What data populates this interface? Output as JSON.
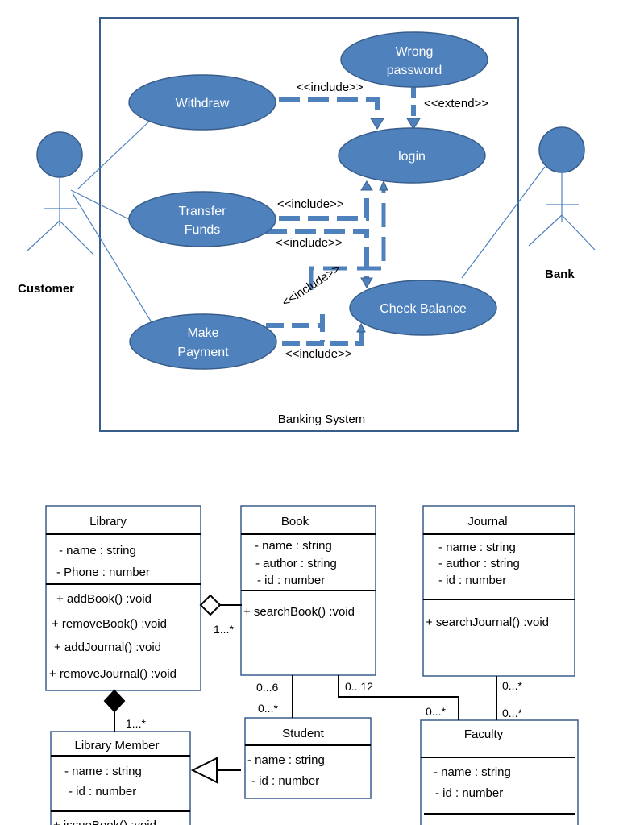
{
  "use_case_diagram": {
    "system_label": "Banking  System",
    "actors": [
      {
        "id": "customer",
        "label": "Customer"
      },
      {
        "id": "bank",
        "label": "Bank"
      }
    ],
    "use_cases": [
      {
        "id": "wrong_password",
        "line1": "Wrong",
        "line2": "password"
      },
      {
        "id": "withdraw",
        "line1": "Withdraw",
        "line2": ""
      },
      {
        "id": "login",
        "line1": "login",
        "line2": ""
      },
      {
        "id": "transfer_funds",
        "line1": "Transfer",
        "line2": "Funds"
      },
      {
        "id": "check_balance",
        "line1": "Check Balance",
        "line2": ""
      },
      {
        "id": "make_payment",
        "line1": "Make",
        "line2": "Payment"
      }
    ],
    "relations": [
      {
        "from": "withdraw",
        "to": "login",
        "label": "<<include>>"
      },
      {
        "from": "wrong_password",
        "to": "login",
        "label": "<<extend>>"
      },
      {
        "from": "transfer_funds",
        "to": "login",
        "label": "<<include>>"
      },
      {
        "from": "transfer_funds",
        "to": "check_balance",
        "label": "<<include>>"
      },
      {
        "from": "make_payment",
        "to": "login",
        "label": "<<include>>"
      },
      {
        "from": "make_payment",
        "to": "check_balance",
        "label": "<<include>>"
      }
    ],
    "colors": {
      "fill": "#4f81bd",
      "stroke": "#385d8a",
      "frame": "#385d8a",
      "assoc": "#4f81bd"
    }
  },
  "class_diagram": {
    "classes": [
      {
        "id": "library",
        "name": "Library",
        "attributes": [
          "- name : string",
          "- Phone : number"
        ],
        "methods": [
          "+ addBook() :void",
          "+ removeBook() :void",
          "+ addJournal() :void",
          "+ removeJournal() :void"
        ]
      },
      {
        "id": "book",
        "name": "Book",
        "attributes": [
          "- name : string",
          "- author : string",
          "- id : number"
        ],
        "methods": [
          "+ searchBook() :void"
        ]
      },
      {
        "id": "journal",
        "name": "Journal",
        "attributes": [
          "- name : string",
          "- author : string",
          "- id : number"
        ],
        "methods": [
          "+ searchJournal() :void"
        ]
      },
      {
        "id": "library_member",
        "name": "Library Member",
        "attributes": [
          "- name : string",
          "- id : number"
        ],
        "methods": [
          "+ issueBook() :void"
        ]
      },
      {
        "id": "student",
        "name": "Student",
        "attributes": [
          "- name : string",
          "- id : number"
        ],
        "methods": []
      },
      {
        "id": "faculty",
        "name": "Faculty",
        "attributes": [
          "- name : string",
          "- id : number"
        ],
        "methods": []
      }
    ],
    "multiplicities": {
      "library_book": "1...*",
      "library_member": "1...*",
      "book_student_top": "0...6",
      "book_student_bottom": "0...*",
      "book_faculty_top": "0...12",
      "book_faculty_bottom": "0...*",
      "journal_faculty_top": "0...*",
      "journal_faculty_bottom": "0...*"
    }
  }
}
